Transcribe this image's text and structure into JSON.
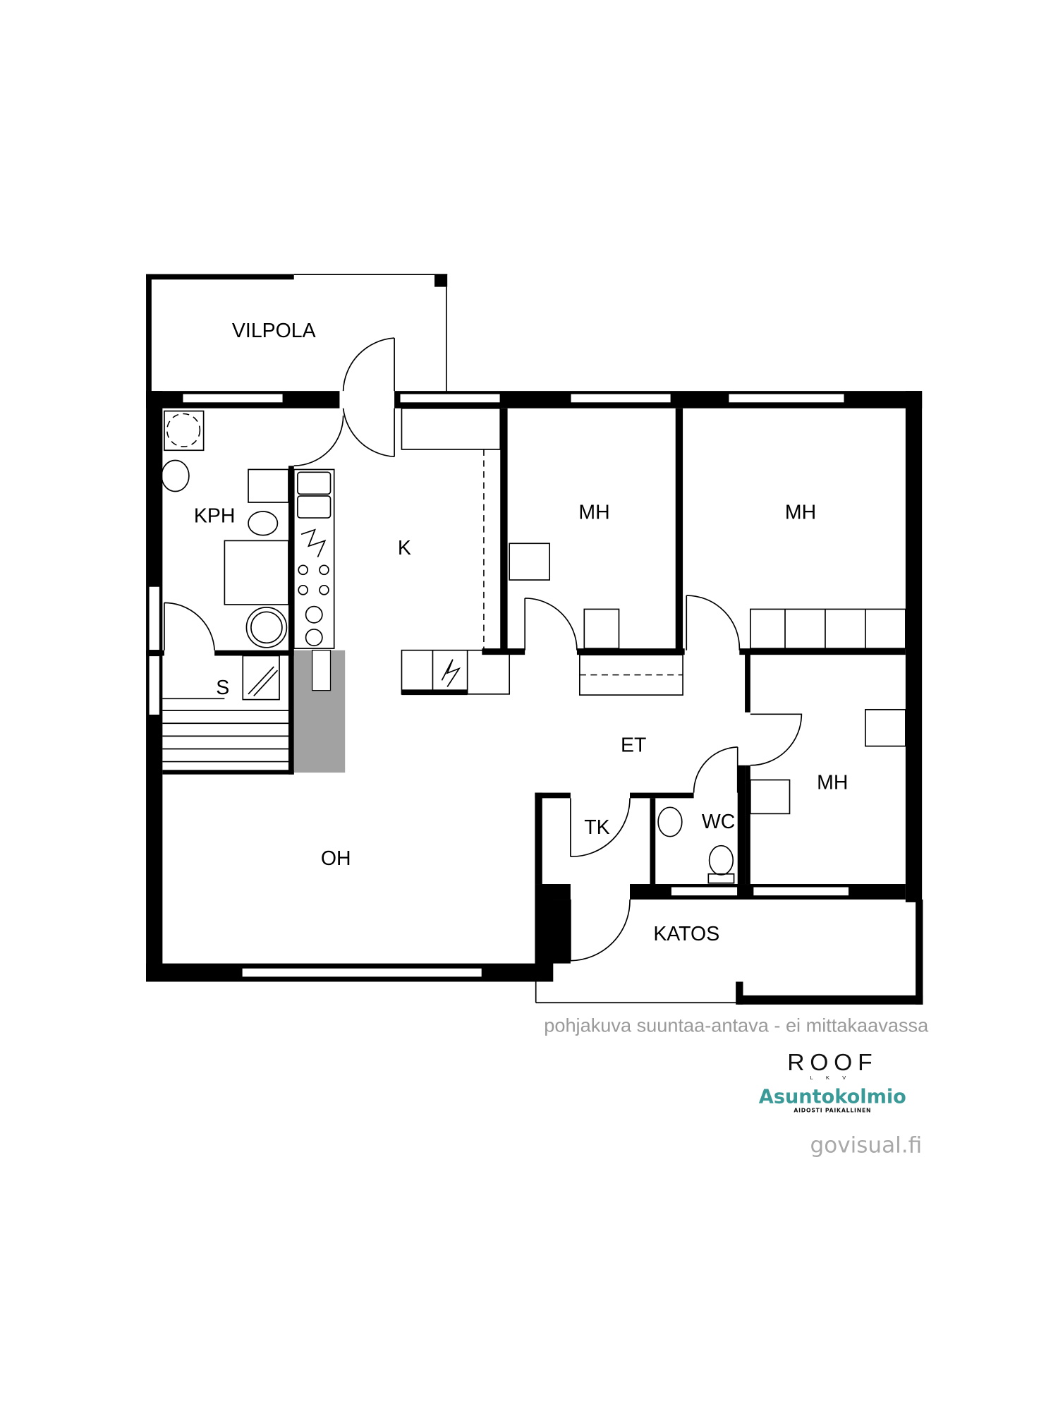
{
  "rooms": {
    "vilpola": "VILPOLA",
    "kph": "KPH",
    "k": "K",
    "mh1": "MH",
    "mh2": "MH",
    "mh3": "MH",
    "s": "S",
    "et": "ET",
    "tk": "TK",
    "wc": "WC",
    "oh": "OH",
    "katos": "KATOS"
  },
  "footer": {
    "disclaimer": "pohjakuva suuntaa-antava - ei mittakaavassa",
    "roof_logo": "ROOF",
    "roof_sub": "LKV",
    "agency_logo": "Asuntokolmio",
    "agency_tagline": "AIDOSTI PAIKALLINEN",
    "credit": "govisual.fi"
  },
  "colors": {
    "agency": "#3a9a98",
    "walls": "#000000",
    "note": "#9a9a9a"
  }
}
